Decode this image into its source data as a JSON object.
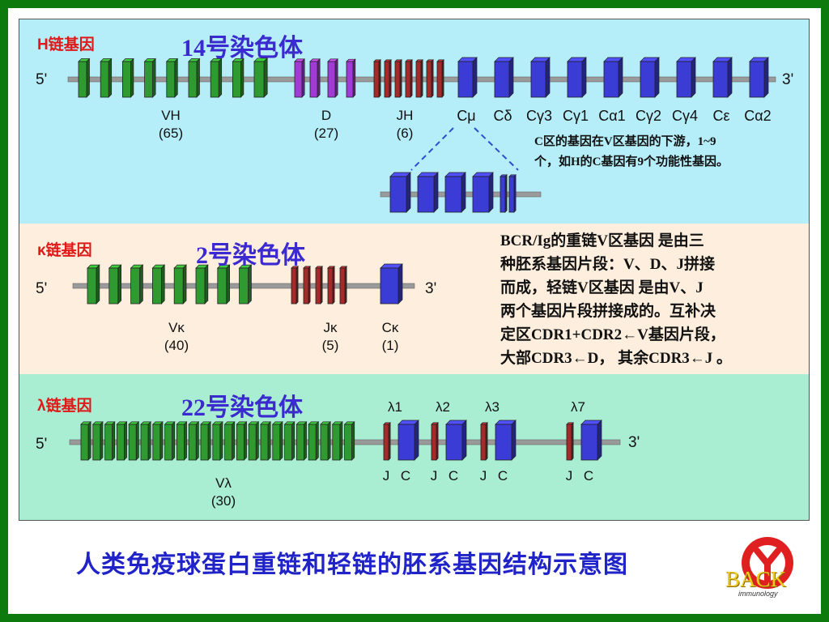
{
  "heavy": {
    "label": "H链基因",
    "chromosome": "14号染色体",
    "end5": "5'",
    "end3": "3'",
    "segments": [
      {
        "name": "VH",
        "count": "(65)"
      },
      {
        "name": "D",
        "count": "(27)"
      },
      {
        "name": "JH",
        "count": "(6)"
      }
    ],
    "constant": [
      "Cμ",
      "Cδ",
      "Cγ3",
      "Cγ1",
      "Cα1",
      "Cγ2",
      "Cγ4",
      "Cε",
      "Cα2"
    ],
    "note": [
      "C区的基因在V区基因的下游，1~9",
      "个，如H的C基因有9个功能性基因。"
    ]
  },
  "kappa": {
    "label": "κ链基因",
    "chromosome": "2号染色体",
    "end5": "5'",
    "end3": "3'",
    "segments": [
      {
        "name": "Vκ",
        "count": "(40)"
      },
      {
        "name": "Jκ",
        "count": "(5)"
      },
      {
        "name": "Cκ",
        "count": "(1)"
      }
    ],
    "note": [
      "BCR/Ig的重链V区基因  是由三",
      "种胚系基因片段：V、D、J拼接",
      "而成，轻链V区基因  是由V、J",
      "两个基因片段拼接成的。互补决",
      "定区CDR1+CDR2←V基因片段，",
      "大部CDR3←D， 其余CDR3←J 。"
    ]
  },
  "lambda": {
    "label": "λ链基因",
    "chromosome": "22号染色体",
    "end5": "5'",
    "end3": "3'",
    "clusters": [
      "λ1",
      "λ2",
      "λ3",
      "λ7"
    ],
    "jc": [
      "J",
      "C"
    ],
    "segments": [
      {
        "name": "Vλ",
        "count": "(30)"
      }
    ]
  },
  "caption": "人类免疫球蛋白重链和轻链的胚系基因结构示意图",
  "back_label": "BACK",
  "logo_text": "immunology",
  "colors": {
    "V": "#2f9a2f",
    "D": "#a23ad6",
    "J": "#a52a2a",
    "C": "#3b3bd6",
    "line": "#7a7a7a"
  }
}
